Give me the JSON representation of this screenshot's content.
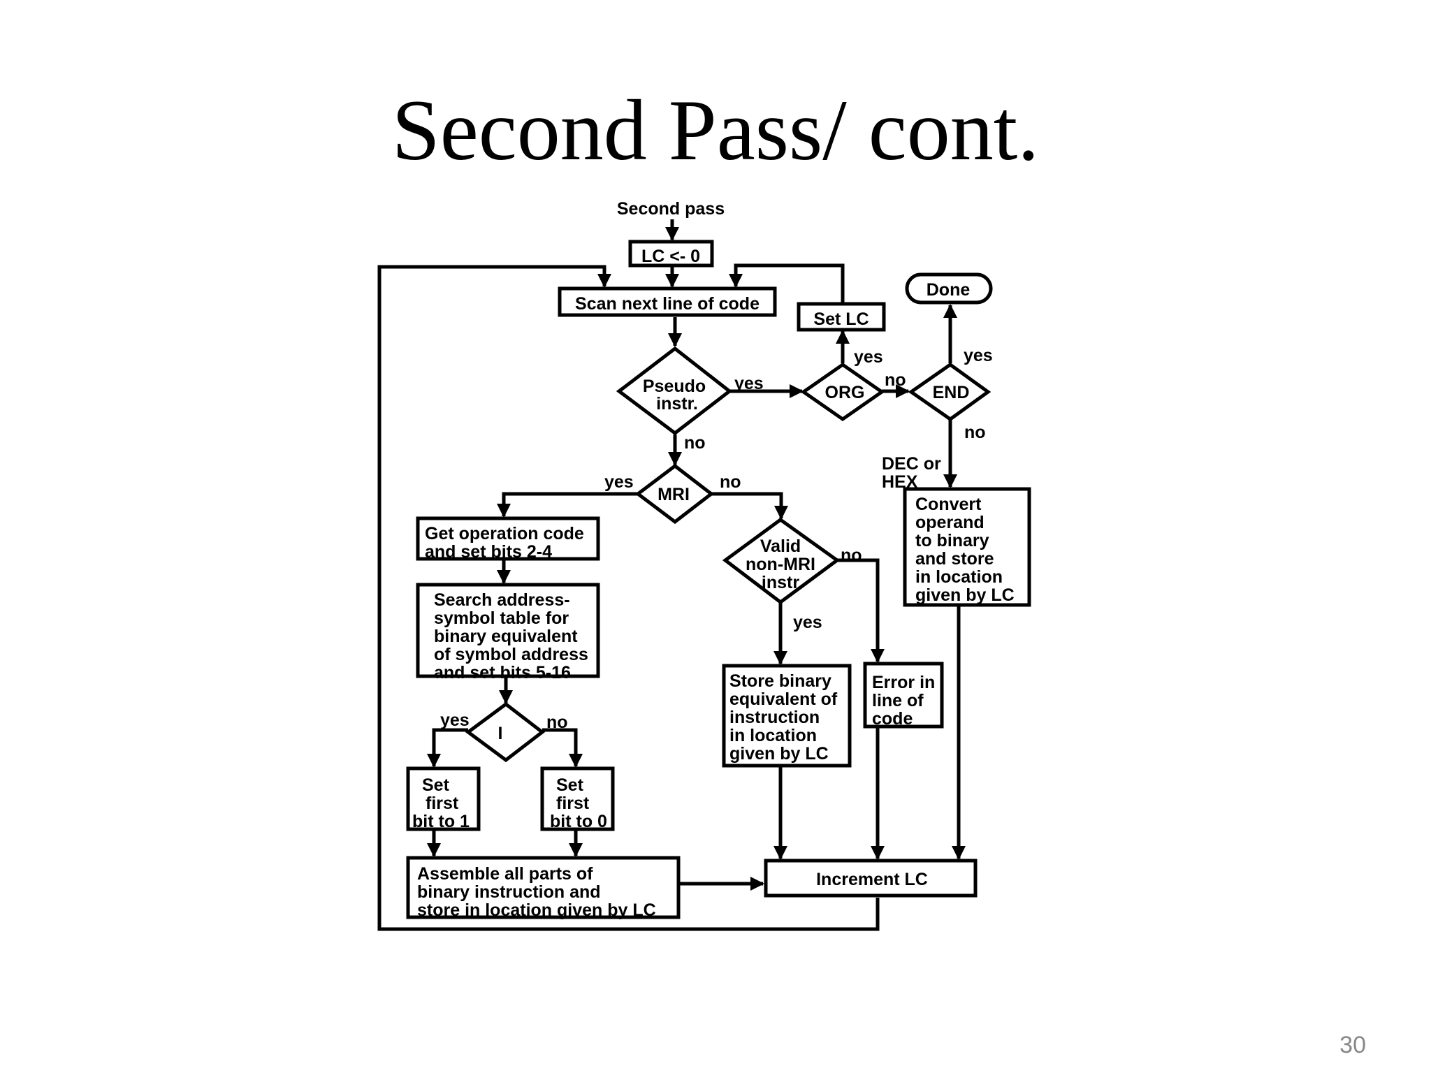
{
  "title": "Second Pass/ cont.",
  "page_number": "30",
  "flowchart": {
    "start_label": "Second pass",
    "nodes": {
      "lc_init": "LC <-  0",
      "scan": "Scan next line of code",
      "set_lc": "Set LC",
      "done": "Done",
      "pseudo": [
        "Pseudo",
        "instr."
      ],
      "org": "ORG",
      "end": "END",
      "mri": "MRI",
      "get_opcode": [
        "Get operation code",
        "and set bits 2-4"
      ],
      "search_table": [
        "Search address-",
        "symbol table for",
        "binary equivalent",
        "of symbol address",
        "and set bits 5-16"
      ],
      "indirect": "I",
      "set_bit_1": [
        "Set",
        "first",
        "bit to 1"
      ],
      "set_bit_0": [
        "Set",
        "first",
        "bit to 0"
      ],
      "assemble": [
        "Assemble all parts of",
        "binary instruction and",
        "store in location given by LC"
      ],
      "valid_non_mri": [
        "Valid",
        "non-MRI",
        "instr"
      ],
      "store_binary": [
        "Store binary",
        "equivalent of",
        "instruction",
        "in location",
        "given by LC"
      ],
      "error": [
        "Error in",
        "line of",
        "code"
      ],
      "convert": [
        "Convert",
        "operand",
        "to binary",
        "and store",
        "in location",
        "given by LC"
      ],
      "increment": "Increment LC"
    },
    "edge_labels": {
      "pseudo_yes": "yes",
      "pseudo_no": "no",
      "org_yes": "yes",
      "org_no": "no",
      "end_yes": "yes",
      "end_no": "no",
      "dec_hex": [
        "DEC or",
        "HEX"
      ],
      "mri_yes": "yes",
      "mri_no": "no",
      "valid_yes": "yes",
      "valid_no": "no",
      "i_yes": "yes",
      "i_no": "no"
    }
  }
}
